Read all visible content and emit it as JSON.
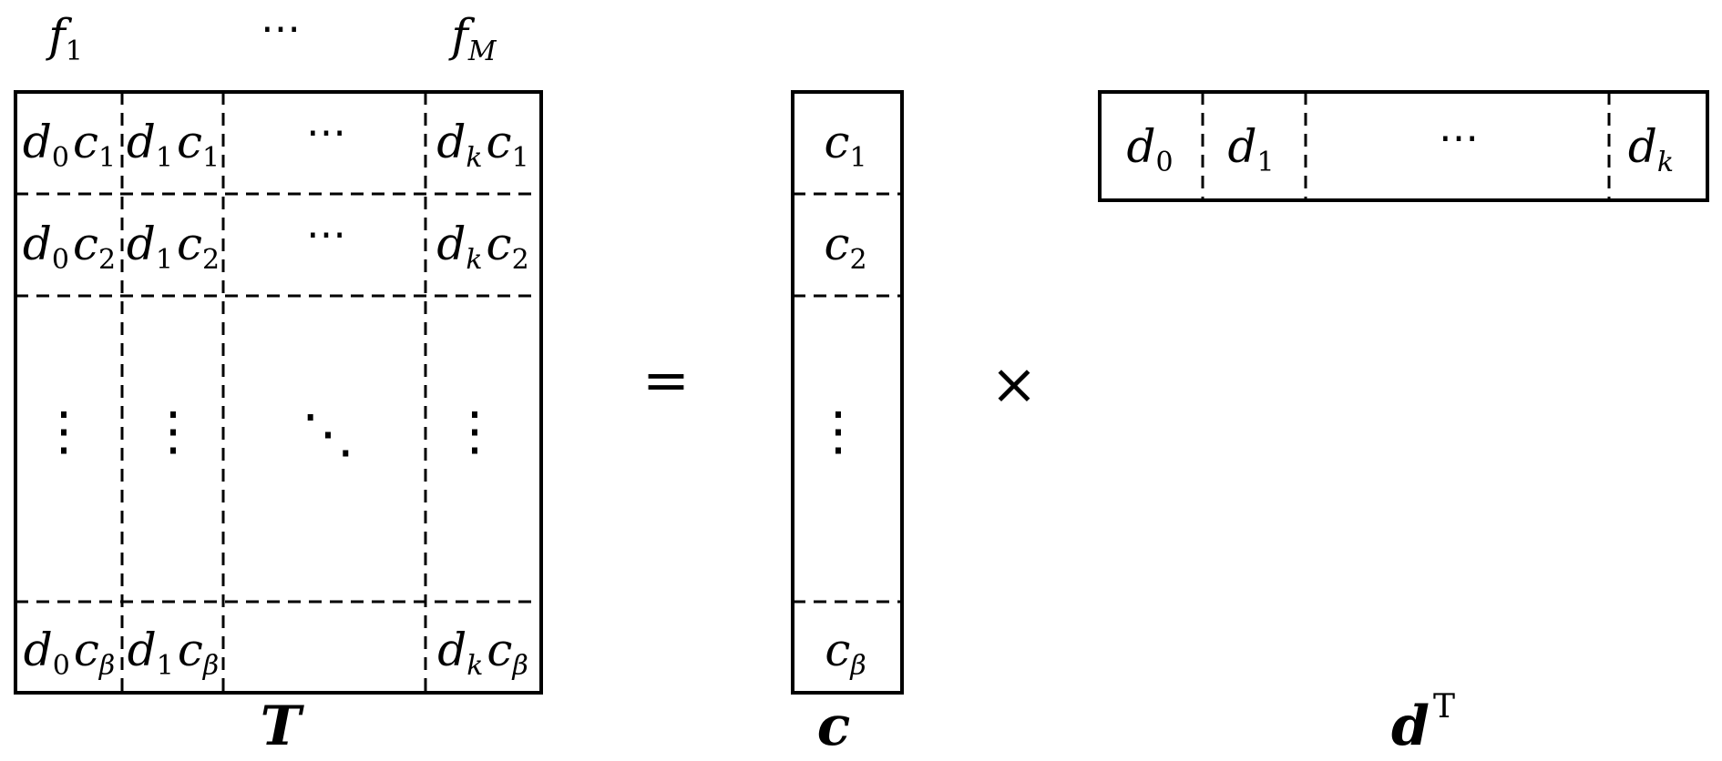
{
  "column_headers": [
    {
      "base": "f",
      "sub": "1"
    },
    {
      "text": "⋯"
    },
    {
      "base": "f",
      "sub": "M"
    }
  ],
  "matrix_T": {
    "label": "T",
    "rows": [
      [
        {
          "a": "d",
          "as": "0",
          "b": "c",
          "bs": "1"
        },
        {
          "a": "d",
          "as": "1",
          "b": "c",
          "bs": "1"
        },
        {
          "text": "⋯"
        },
        {
          "a": "d",
          "as": "k",
          "b": "c",
          "bs": "1"
        }
      ],
      [
        {
          "a": "d",
          "as": "0",
          "b": "c",
          "bs": "2"
        },
        {
          "a": "d",
          "as": "1",
          "b": "c",
          "bs": "2"
        },
        {
          "text": "⋯"
        },
        {
          "a": "d",
          "as": "k",
          "b": "c",
          "bs": "2"
        }
      ],
      [
        {
          "text": "⋮"
        },
        {
          "text": "⋮"
        },
        {
          "text": "⋱"
        },
        {
          "text": "⋮"
        }
      ],
      [
        {
          "a": "d",
          "as": "0",
          "b": "c",
          "bs": "β"
        },
        {
          "a": "d",
          "as": "1",
          "b": "c",
          "bs": "β"
        },
        {
          "text": ""
        },
        {
          "a": "d",
          "as": "k",
          "b": "c",
          "bs": "β"
        }
      ]
    ]
  },
  "equals": "=",
  "times": "×",
  "vector_c": {
    "label": "c",
    "cells": [
      {
        "base": "c",
        "sub": "1"
      },
      {
        "base": "c",
        "sub": "2"
      },
      {
        "text": "⋮"
      },
      {
        "base": "c",
        "sub": "β"
      }
    ]
  },
  "vector_d": {
    "label": "d",
    "label_sup": "T",
    "cells": [
      {
        "base": "d",
        "sub": "0"
      },
      {
        "base": "d",
        "sub": "1"
      },
      {
        "text": "⋯"
      },
      {
        "base": "d",
        "sub": "k"
      }
    ]
  }
}
